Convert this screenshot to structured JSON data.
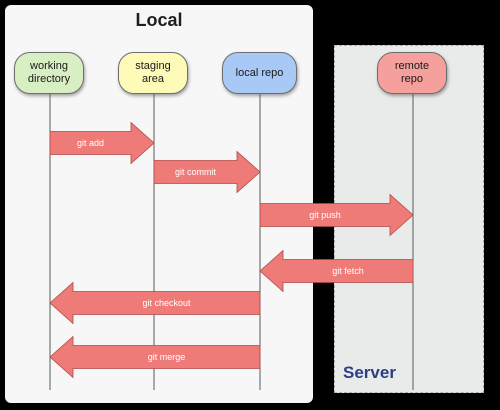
{
  "titles": {
    "local": "Local",
    "server": "Server"
  },
  "lanes": [
    {
      "id": "working",
      "label": "working\ndirectory",
      "color": "#d8eec3"
    },
    {
      "id": "staging",
      "label": "staging\narea",
      "color": "#fdfbb7"
    },
    {
      "id": "local",
      "label": "local repo",
      "color": "#a8c8f6"
    },
    {
      "id": "remote",
      "label": "remote\nrepo",
      "color": "#f5a09c"
    }
  ],
  "operations": [
    {
      "label": "git add",
      "from": "working",
      "to": "staging"
    },
    {
      "label": "git commit",
      "from": "staging",
      "to": "local"
    },
    {
      "label": "git push",
      "from": "local",
      "to": "remote"
    },
    {
      "label": "git fetch",
      "from": "remote",
      "to": "local"
    },
    {
      "label": "git checkout",
      "from": "local",
      "to": "working"
    },
    {
      "label": "git merge",
      "from": "local",
      "to": "working"
    }
  ],
  "colors": {
    "arrow_fill": "#ef7b79",
    "arrow_stroke": "#b04a48",
    "lifeline": "#5a5a5a",
    "server_title": "#2b3f82"
  }
}
